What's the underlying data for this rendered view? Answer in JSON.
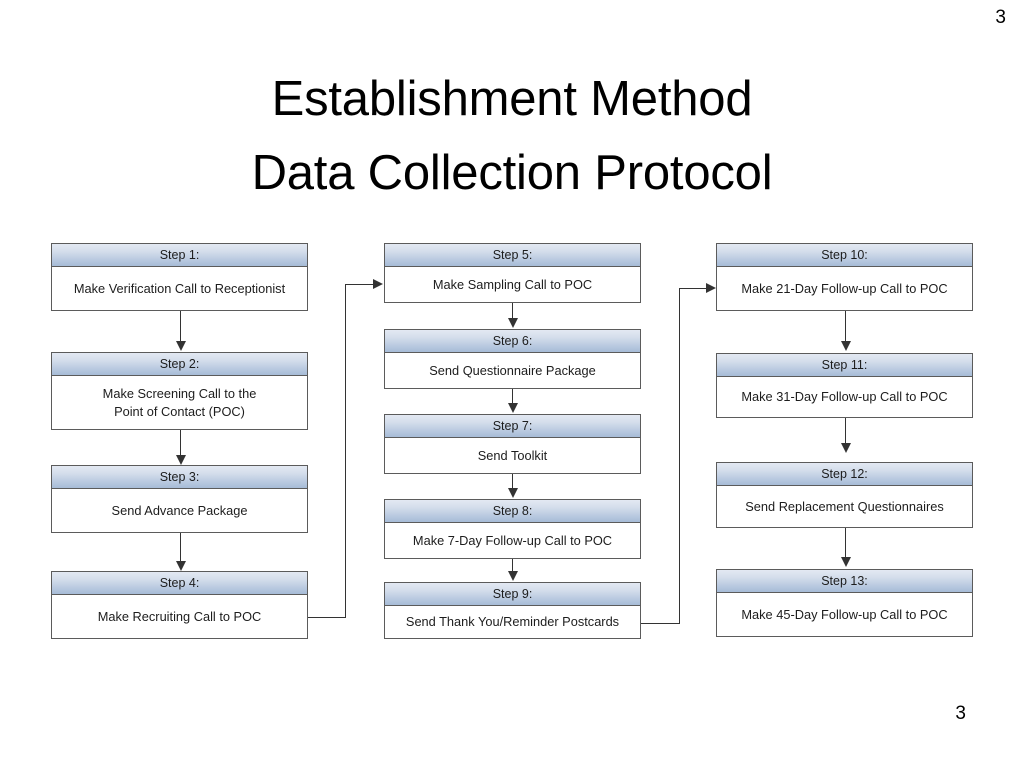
{
  "slide": {
    "page_number_top": "3",
    "page_number_bottom": "3",
    "title_line1": "Establishment Method",
    "title_line2": "Data Collection Protocol",
    "background_color": "#ffffff",
    "box_header_gradient_top": "#e3e9f3",
    "box_header_gradient_bottom": "#a6bcd7",
    "box_border_color": "#5b5b5b",
    "connector_color": "#333333",
    "text_color": "#1d1d1d"
  },
  "flow": {
    "columns": [
      {
        "name": "column-1",
        "steps": [
          {
            "header": "Step 1:",
            "body": "Make Verification Call to Receptionist"
          },
          {
            "header": "Step 2:",
            "body": "Make Screening Call to the\nPoint of Contact (POC)"
          },
          {
            "header": "Step 3:",
            "body": "Send Advance Package"
          },
          {
            "header": "Step 4:",
            "body": "Make Recruiting Call to POC"
          }
        ]
      },
      {
        "name": "column-2",
        "steps": [
          {
            "header": "Step 5:",
            "body": "Make Sampling Call to POC"
          },
          {
            "header": "Step 6:",
            "body": "Send Questionnaire Package"
          },
          {
            "header": "Step 7:",
            "body": "Send Toolkit"
          },
          {
            "header": "Step 8:",
            "body": "Make 7-Day Follow-up Call to POC"
          },
          {
            "header": "Step 9:",
            "body": "Send Thank You/Reminder Postcards"
          }
        ]
      },
      {
        "name": "column-3",
        "steps": [
          {
            "header": "Step 10:",
            "body": "Make 21-Day Follow-up Call to POC"
          },
          {
            "header": "Step 11:",
            "body": "Make 31-Day Follow-up Call to POC"
          },
          {
            "header": "Step 12:",
            "body": "Send Replacement Questionnaires"
          },
          {
            "header": "Step 13:",
            "body": "Make 45-Day Follow-up Call to POC"
          }
        ]
      }
    ]
  }
}
